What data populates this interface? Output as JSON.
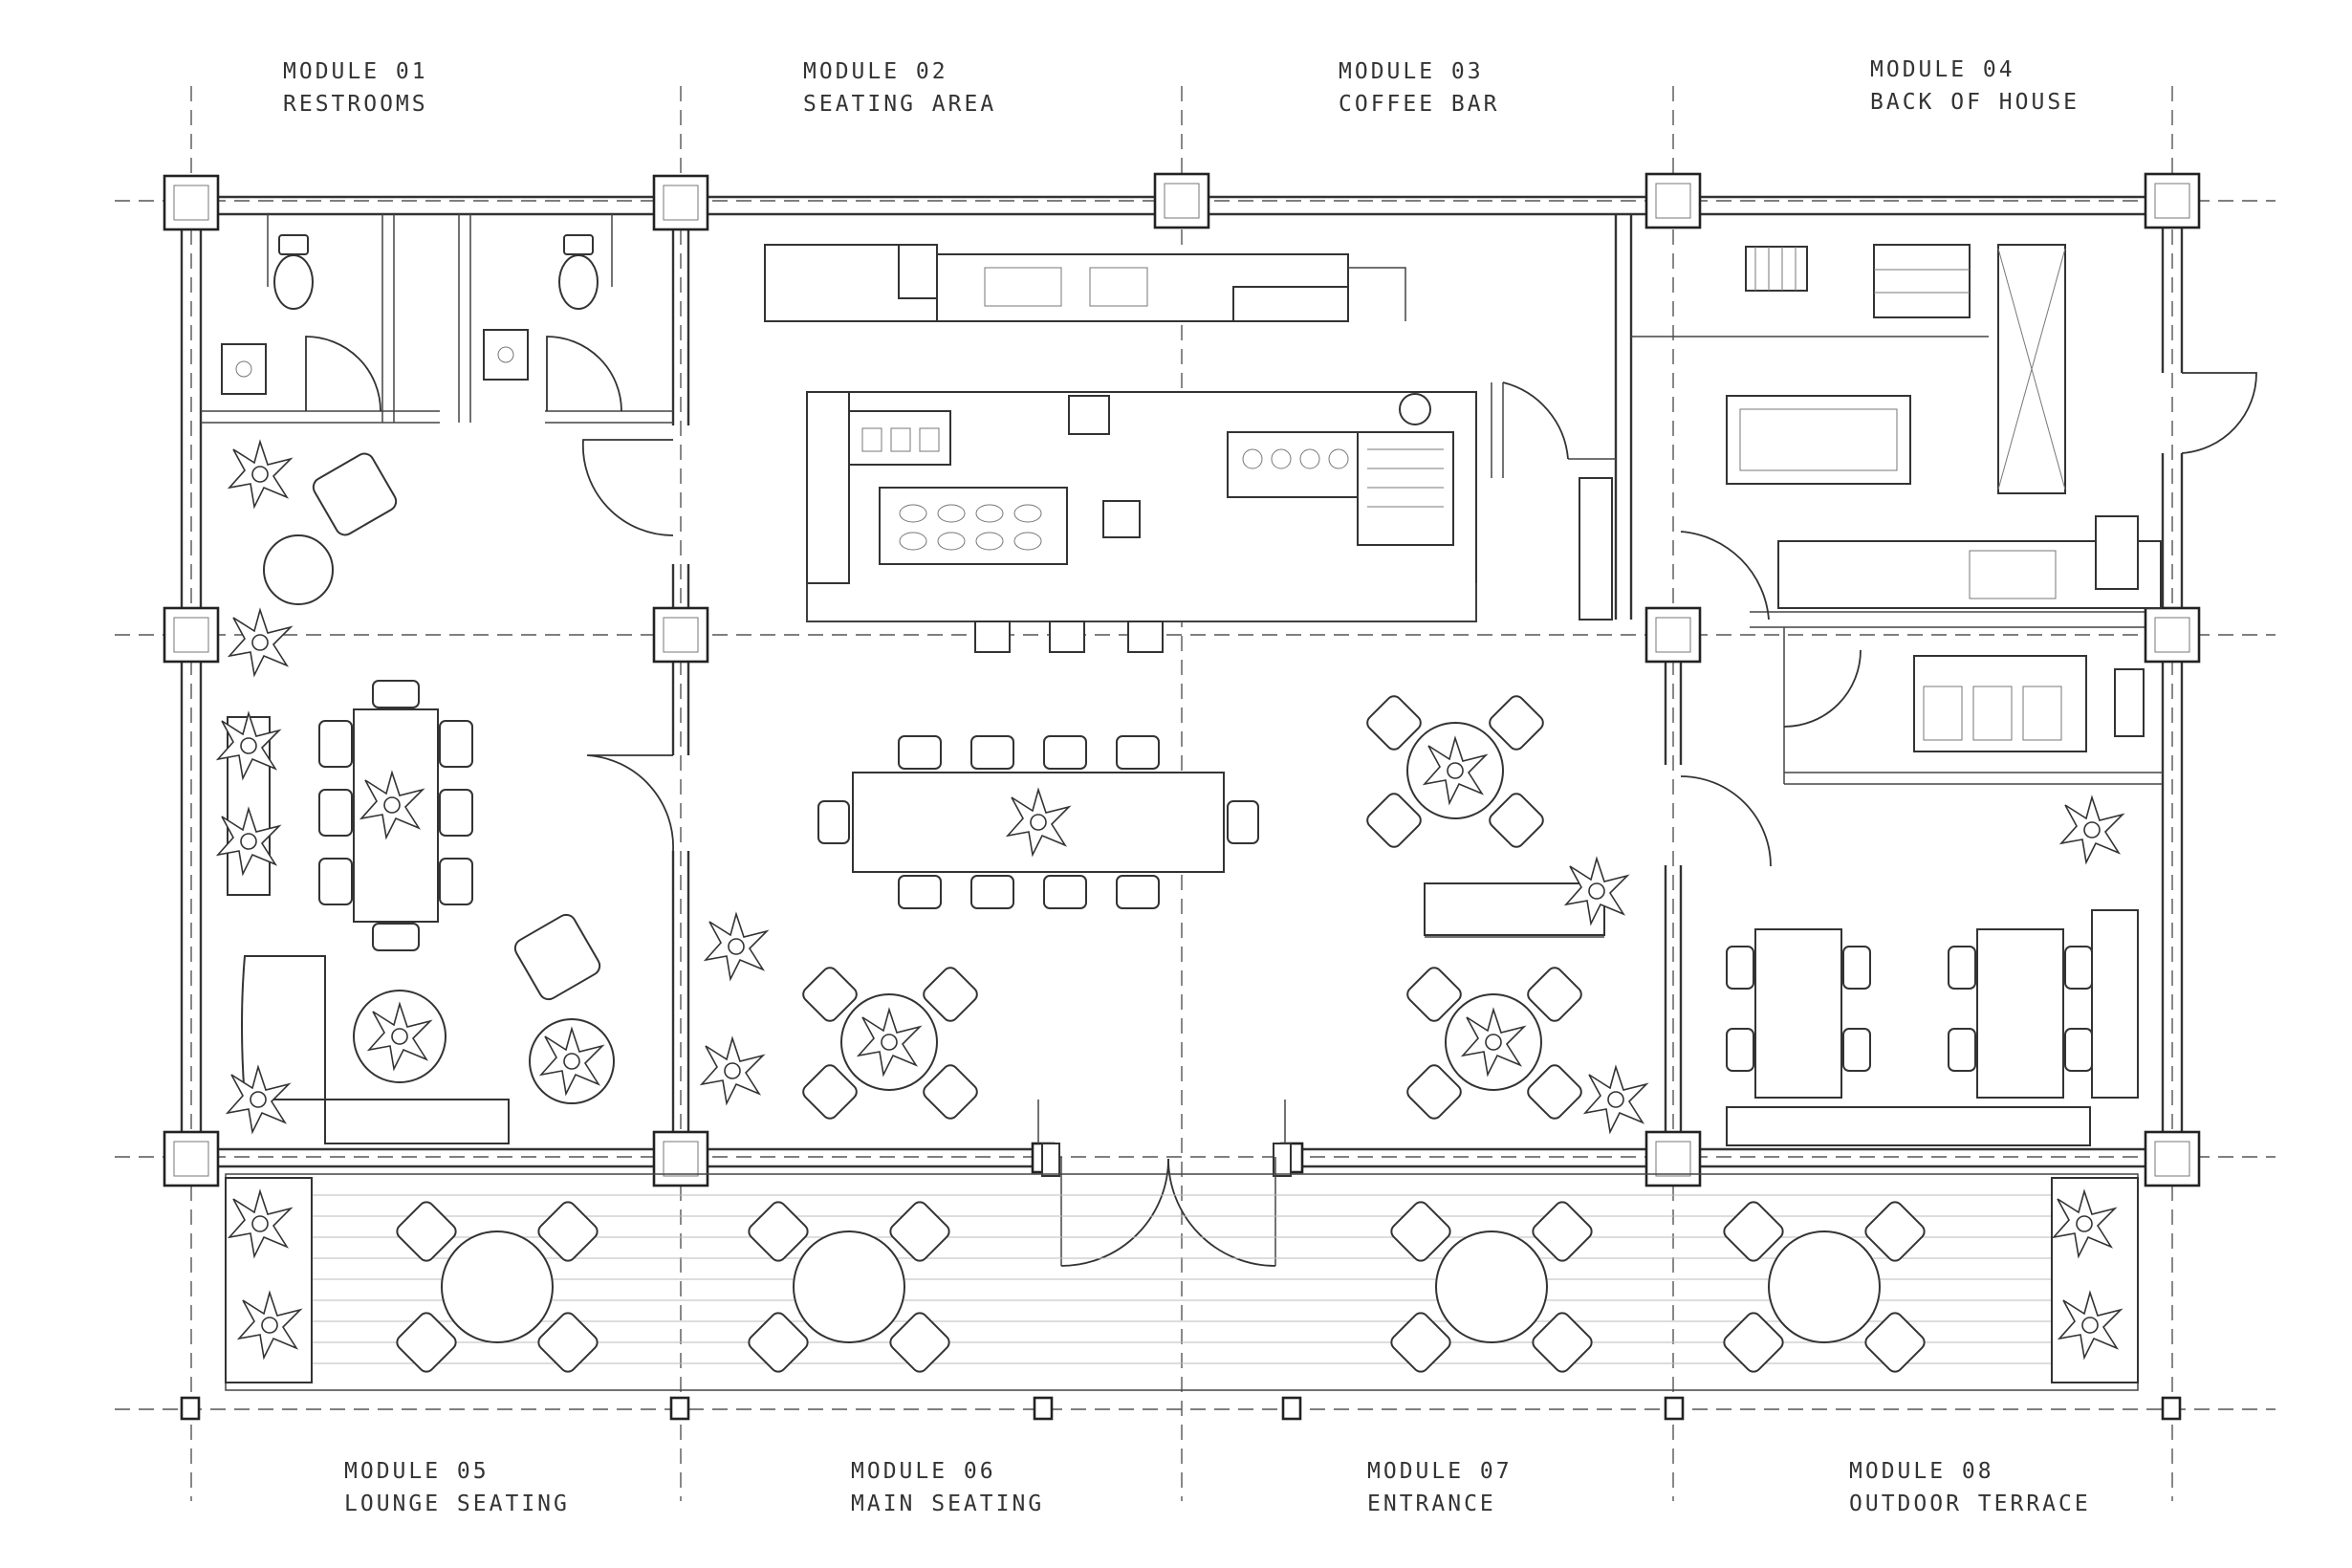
{
  "modules_top": [
    {
      "number": "MODULE 01",
      "name": "RESTROOMS"
    },
    {
      "number": "MODULE 02",
      "name": "SEATING AREA"
    },
    {
      "number": "MODULE 03",
      "name": "COFFEE BAR"
    },
    {
      "number": "MODULE 04",
      "name": "BACK OF HOUSE"
    }
  ],
  "modules_bottom": [
    {
      "number": "MODULE 05",
      "name": "LOUNGE SEATING"
    },
    {
      "number": "MODULE 06",
      "name": "MAIN SEATING"
    },
    {
      "number": "MODULE 07",
      "name": "ENTRANCE"
    },
    {
      "number": "MODULE 08",
      "name": "OUTDOOR TERRACE"
    }
  ]
}
